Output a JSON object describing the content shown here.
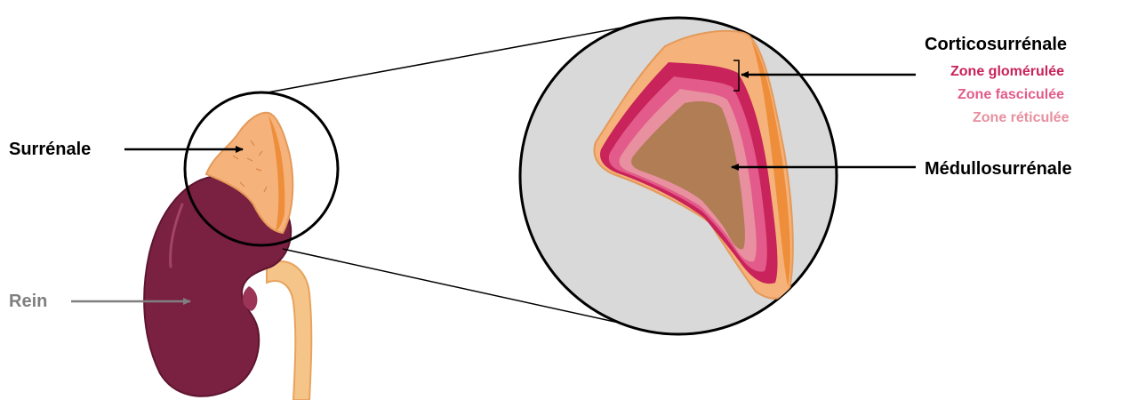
{
  "labels": {
    "surrenale": "Surrénale",
    "rein": "Rein",
    "corticosurrenale": "Corticosurrénale",
    "zone_glomerulee": "Zone glomérulée",
    "zone_fasciculee": "Zone fasciculée",
    "zone_reticulee": "Zone réticulée",
    "medullosurrenale": "Médullosurrénale"
  },
  "colors": {
    "kidney": "#7a2040",
    "adrenal": "#f5b27a",
    "glomerulee": "#c8235a",
    "fasciculee": "#e35b8a",
    "reticulee": "#e8909f",
    "medulla": "#b07d55",
    "zoom_circle_fill": "#d9d9d9"
  }
}
